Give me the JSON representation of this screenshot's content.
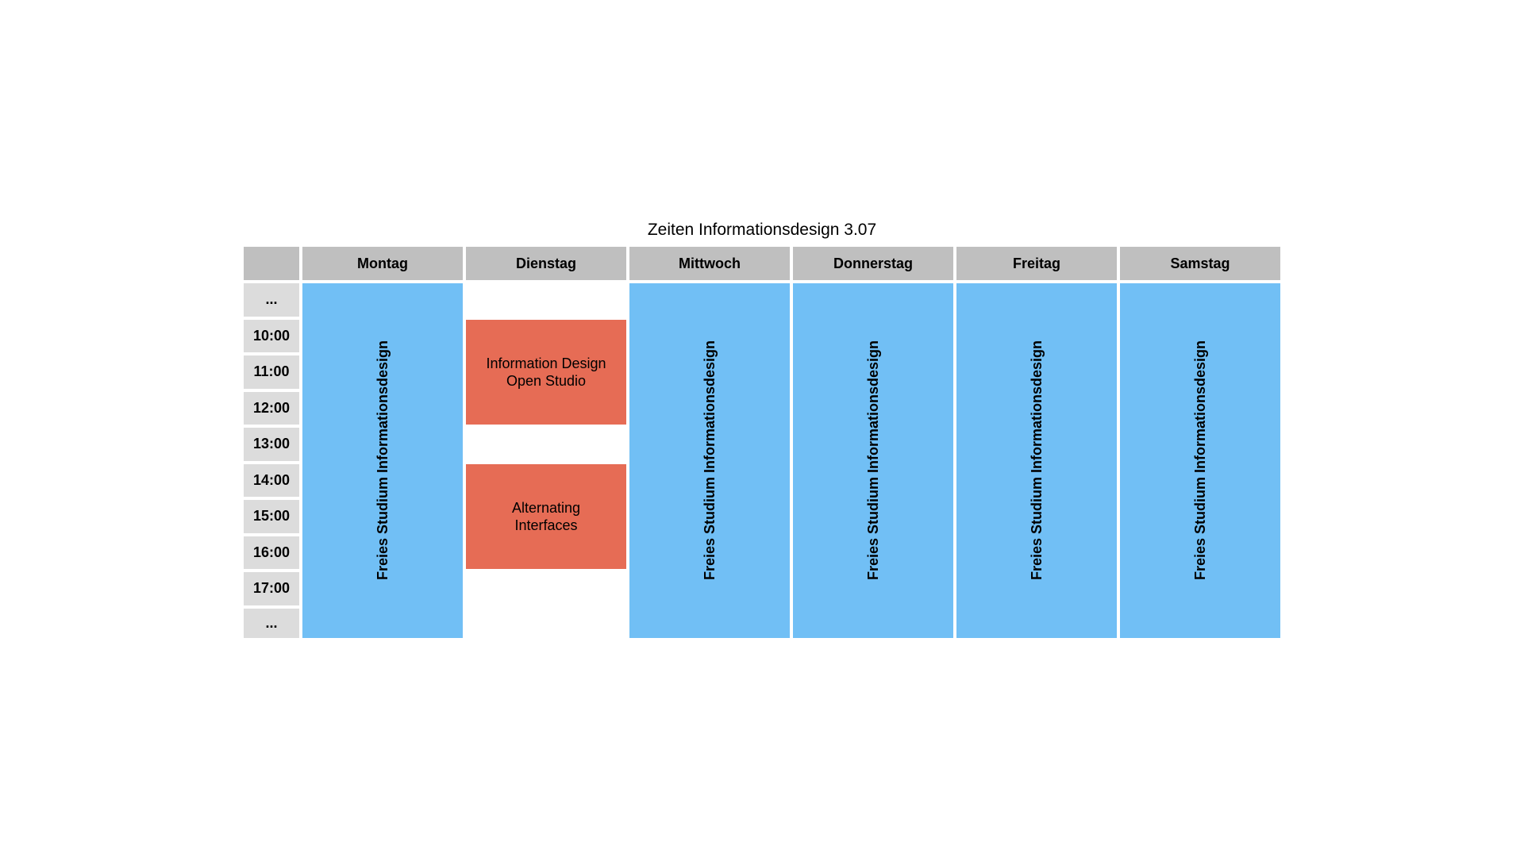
{
  "page": {
    "title": "Zeiten Informationsdesign 3.07"
  },
  "colors": {
    "page_bg": "#ffffff",
    "text": "#000000",
    "header_bg": "#bfbfbf",
    "time_bg": "#dcdcdc",
    "free_study_bg": "#71bff5",
    "event_bg": "#e66c55"
  },
  "schedule": {
    "corner_label": "",
    "days": [
      "Montag",
      "Dienstag",
      "Mittwoch",
      "Donnerstag",
      "Freitag",
      "Samstag"
    ],
    "times": [
      "...",
      "10:00",
      "11:00",
      "12:00",
      "13:00",
      "14:00",
      "15:00",
      "16:00",
      "17:00",
      "..."
    ],
    "free_study_label": "Freies Studium Informationsdesign",
    "events": [
      {
        "day": "Dienstag",
        "start": "10:00",
        "end": "13:00",
        "label": "Information Design\nOpen Studio"
      },
      {
        "day": "Dienstag",
        "start": "14:00",
        "end": "17:00",
        "label": "Alternating\nInterfaces"
      }
    ]
  }
}
